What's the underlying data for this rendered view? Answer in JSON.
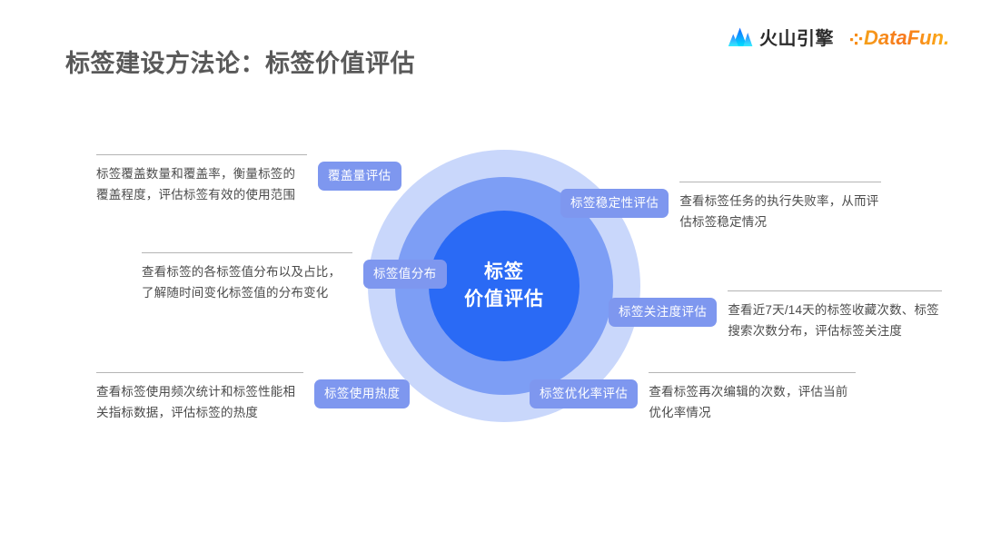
{
  "page": {
    "title": "标签建设方法论：标签价值评估",
    "background_color": "#ffffff",
    "title_color": "#595959"
  },
  "logos": {
    "volcano_engine": {
      "name": "火山引擎",
      "icon": "volcano-mountain-icon",
      "color": "#1664ff"
    },
    "datafun": {
      "name": "DataFun.",
      "icon": "datafun-wordmark-icon",
      "color": "#f7941d"
    }
  },
  "diagram": {
    "type": "radial-hub-and-spoke",
    "center": {
      "line1": "标签",
      "line2": "价值评估",
      "inner_color": "#2a6af5",
      "mid_ring_color": "#7d9ef5",
      "outer_ring_color": "#c9d7fb"
    },
    "badge_color": "#7e97ef",
    "items": [
      {
        "badge": "覆盖量评估",
        "description": "标签覆盖数量和覆盖率，衡量标签的覆盖程度，评估标签有效的使用范围",
        "side": "left"
      },
      {
        "badge": "标签值分布",
        "description": "查看标签的各标签值分布以及占比，了解随时间变化标签值的分布变化",
        "side": "left"
      },
      {
        "badge": "标签使用热度",
        "description": "查看标签使用频次统计和标签性能相关指标数据，评估标签的热度",
        "side": "left"
      },
      {
        "badge": "标签稳定性评估",
        "description": "查看标签任务的执行失败率，从而评估标签稳定情况",
        "side": "right"
      },
      {
        "badge": "标签关注度评估",
        "description": "查看近7天/14天的标签收藏次数、标签搜索次数分布，评估标签关注度",
        "side": "right"
      },
      {
        "badge": "标签优化率评估",
        "description": "查看标签再次编辑的次数，评估当前优化率情况",
        "side": "right"
      }
    ]
  }
}
